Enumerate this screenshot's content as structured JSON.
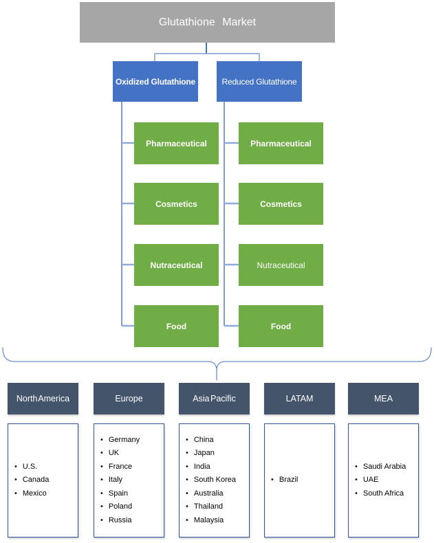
{
  "title": {
    "label": "Glutathione Market"
  },
  "branches": [
    {
      "label": "Oxidized Glutathione",
      "bold": true,
      "children": [
        {
          "label": "Pharmaceutical",
          "bold": true
        },
        {
          "label": "Cosmetics",
          "bold": true
        },
        {
          "label": "Nutraceutical",
          "bold": true
        },
        {
          "label": "Food",
          "bold": true
        }
      ]
    },
    {
      "label": "Reduced Glutathione",
      "bold": false,
      "children": [
        {
          "label": "Pharmaceutical",
          "bold": true
        },
        {
          "label": "Cosmetics",
          "bold": true
        },
        {
          "label": "Nutraceutical",
          "bold": false
        },
        {
          "label": "Food",
          "bold": true
        }
      ]
    }
  ],
  "regions": [
    {
      "label": "North America",
      "countries": [
        "U.S.",
        "Canada",
        "Mexico"
      ]
    },
    {
      "label": "Europe",
      "countries": [
        "Germany",
        "UK",
        "France",
        "Italy",
        "Spain",
        "Poland",
        "Russia"
      ]
    },
    {
      "label": "Asia Pacific",
      "countries": [
        "China",
        "Japan",
        "India",
        "South Korea",
        "Australia",
        "Thailand",
        "Malaysia"
      ]
    },
    {
      "label": "LATAM",
      "countries": [
        "Brazil"
      ]
    },
    {
      "label": "MEA",
      "countries": [
        "Saudi Arabia",
        "UAE",
        "South Africa"
      ]
    }
  ],
  "colors": {
    "root_fill": "#a6a6a6",
    "branch_fill": "#4472c4",
    "segment_fill": "#70ad47",
    "region_fill": "#44546a",
    "connector_light": "#8faadc",
    "connector_dark": "#5b7ab6",
    "brace": "#6f8ec9",
    "list_border": "#2f5496"
  }
}
